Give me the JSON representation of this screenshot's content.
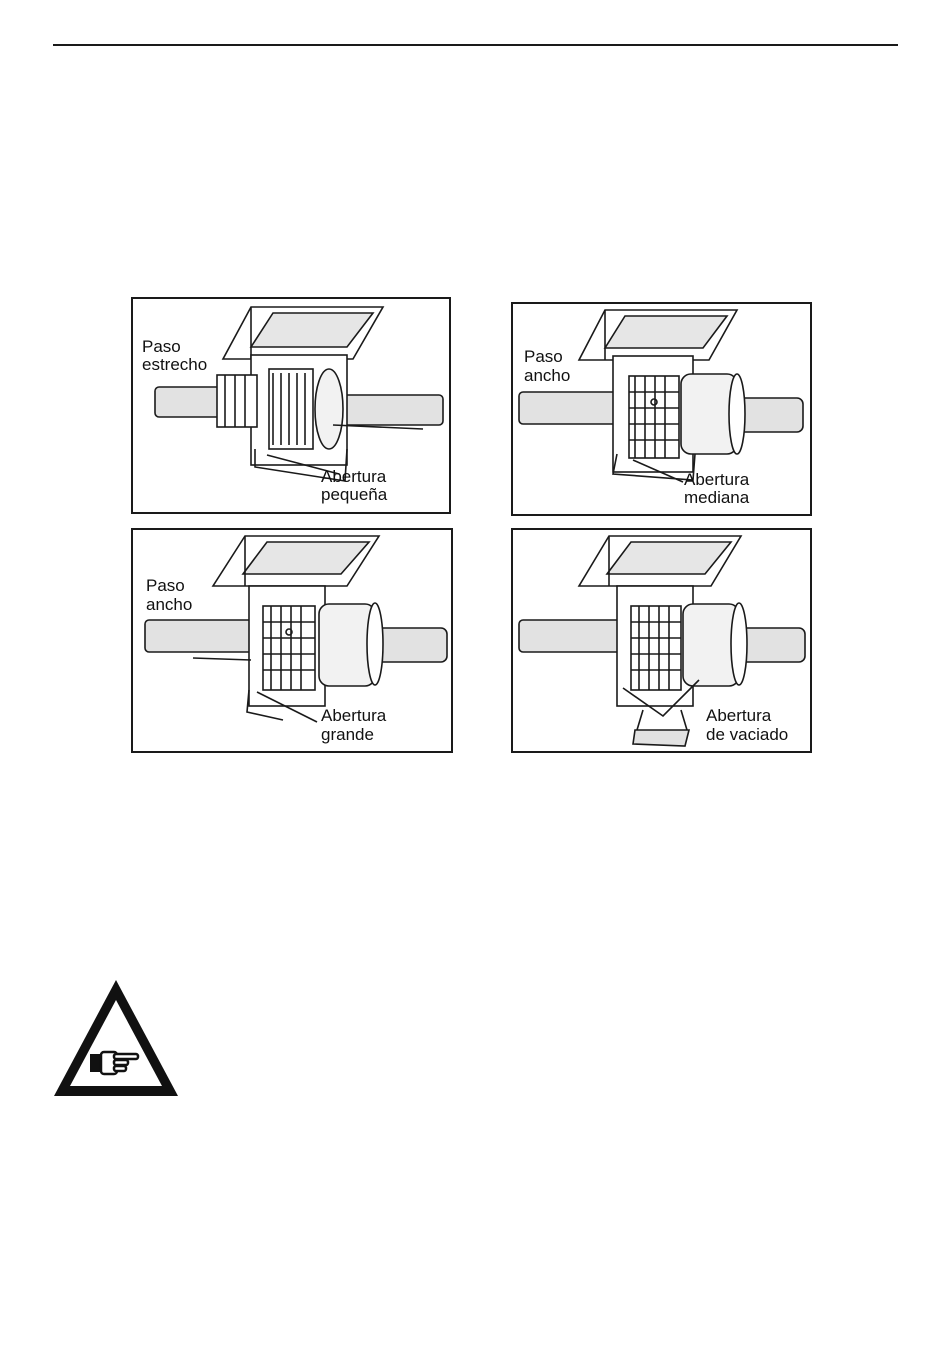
{
  "figures": [
    {
      "step": "Paso",
      "step_type": "estrecho",
      "open": "Abertura",
      "open_type": "pequeña"
    },
    {
      "step": "Paso",
      "step_type": "ancho",
      "open": "Abertura",
      "open_type": "mediana"
    },
    {
      "step": "Paso",
      "step_type": "ancho",
      "open": "Abertura",
      "open_type": "grande"
    },
    {
      "step": "",
      "step_type": "",
      "open": "Abertura",
      "open_type": "de vaciado"
    }
  ],
  "warning_icon": "pointing-hand-warning-icon",
  "colors": {
    "ink": "#1a1a1a",
    "paper": "#ffffff",
    "shade": "#d9d9d9"
  }
}
